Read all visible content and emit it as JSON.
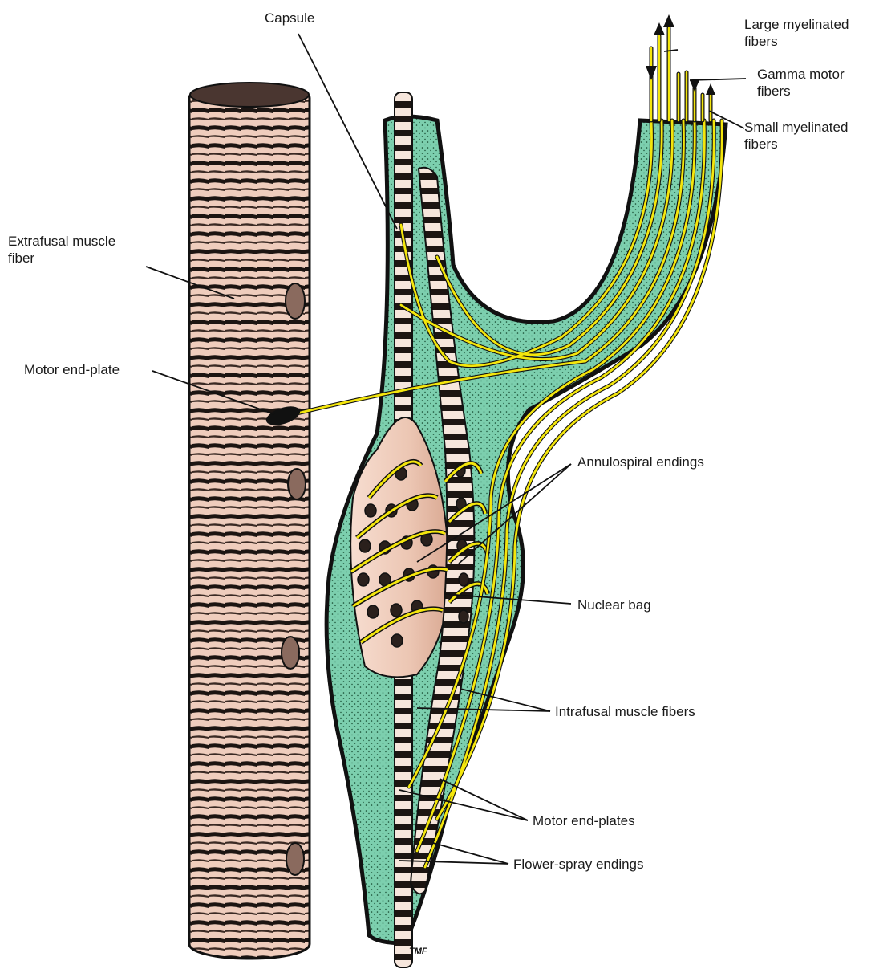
{
  "labels": {
    "capsule": "Capsule",
    "large_myelinated_fibers": "Large myelinated\nfibers",
    "gamma_motor_fibers": "Gamma motor\nfibers",
    "small_myelinated_fibers": "Small myelinated\nfibers",
    "extrafusal_muscle_fiber": "Extrafusal muscle\nfiber",
    "motor_end_plate": "Motor end-plate",
    "annulospiral_endings": "Annulospiral endings",
    "nuclear_bag": "Nuclear bag",
    "intrafusal_muscle_fibers": "Intrafusal muscle fibers",
    "motor_end_plates": "Motor end-plates",
    "flower_spray_endings": "Flower-spray endings",
    "artist_signature": "TMF"
  },
  "colors": {
    "muscle_fill": "#efcdbd",
    "muscle_stripe": "#1c1512",
    "capsule_fill": "#7ccfae",
    "capsule_dark": "#15492f",
    "nerve_fiber": "#f4e60c",
    "nucleus_fill": "#2a201c",
    "line": "#111111"
  }
}
